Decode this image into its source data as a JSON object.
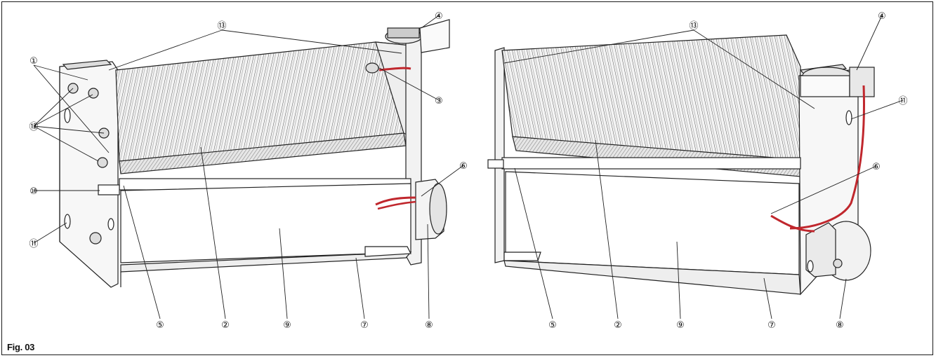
{
  "figure": {
    "caption": "Fig. 03"
  },
  "callouts": {
    "left_unit": [
      "①",
      "⑫",
      "⑩",
      "⑪",
      "⑬",
      "④",
      "③",
      "⑥",
      "⑤",
      "②",
      "⑨",
      "⑦",
      "⑧"
    ],
    "right_unit": [
      "⑬",
      "④",
      "⑪",
      "⑥",
      "⑤",
      "②",
      "⑨",
      "⑦",
      "⑧"
    ]
  },
  "colors": {
    "cable": "#c0272d",
    "line": "#222222",
    "frame": "#1a1a1a"
  }
}
